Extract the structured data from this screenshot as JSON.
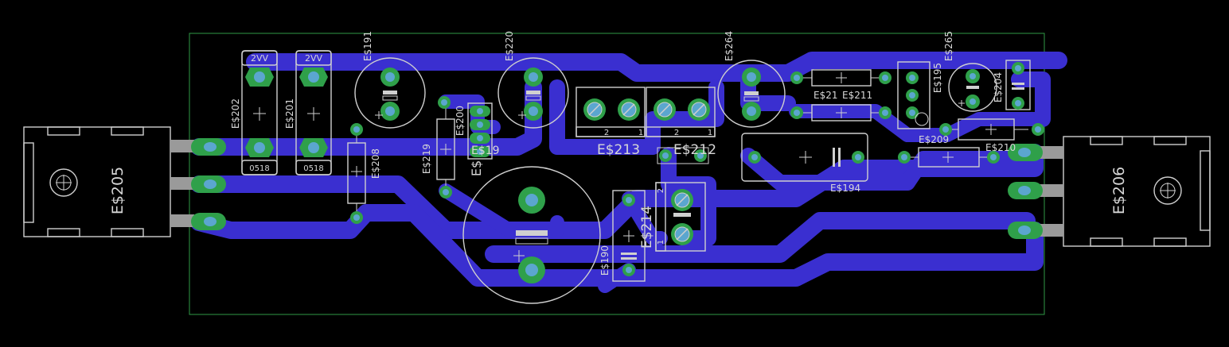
{
  "colors": {
    "background": "#000000",
    "board_outline": "#2f9a46",
    "copper": "#3a2fd0",
    "silkscreen": "#cfcfcf",
    "pad": "#2fa04a",
    "drill": "#5ba6cf"
  },
  "labels": {
    "e205": "E$205",
    "e206": "E$206",
    "e202": "E$202",
    "e201": "E$201",
    "e208": "E$208",
    "e219": "E$219",
    "e200": "E$200",
    "e191": "E$191",
    "e220": "E$220",
    "e264": "E$264",
    "e213": "E$213",
    "e212": "E$212",
    "e214": "E$214",
    "e190": "E$190",
    "e194": "E$194",
    "e195": "E$195",
    "e265": "E$265",
    "e204": "E$204",
    "e210": "E$210",
    "e211": "E$211",
    "e209": "E$209",
    "e21x": "E$21",
    "es_vert": "E$",
    "e19": "E$19",
    "fuse_top_1": "2VV",
    "fuse_top_2": "2VV",
    "fuse_bot_1": "0518",
    "fuse_bot_2": "0518",
    "pin_2a": "2",
    "pin_1a": "1",
    "pin_2b": "2",
    "pin_1b": "1",
    "pin_2c": "2",
    "pin_1c": "1"
  }
}
